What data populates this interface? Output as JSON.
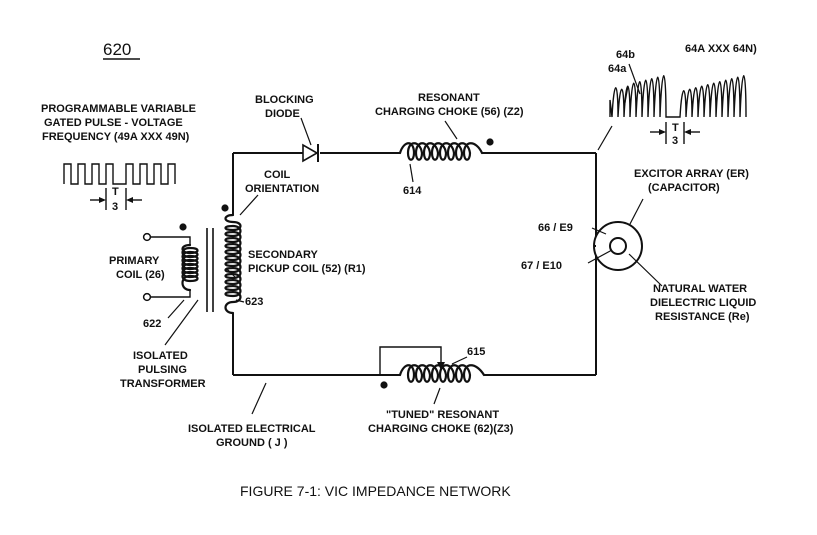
{
  "figure_id": "620",
  "figure_caption": "FIGURE 7-1: VIC IMPEDANCE NETWORK",
  "labels": {
    "pulse_l1": "PROGRAMMABLE VARIABLE",
    "pulse_l2": "GATED PULSE - VOLTAGE",
    "pulse_l3": "FREQUENCY (49A XXX 49N)",
    "pulse_t": "T",
    "pulse_3": "3",
    "diode_l1": "BLOCKING",
    "diode_l2": "DIODE",
    "choke56_l1": "RESONANT",
    "choke56_l2": "CHARGING CHOKE (56) (Z2)",
    "n614": "614",
    "n64a": "64a",
    "n64b": "64b",
    "n64n": "64A XXX 64N)",
    "wave_t": "T",
    "wave_3": "3",
    "coil_l1": "COIL",
    "coil_l2": "ORIENTATION",
    "excitor_l1": "EXCITOR ARRAY (ER)",
    "excitor_l2": "(CAPACITOR)",
    "e9": "66 / E9",
    "e10": "67 / E10",
    "secondary_l1": "SECONDARY",
    "secondary_l2": "PICKUP COIL (52) (R1)",
    "n623": "623",
    "primary_l1": "PRIMARY",
    "primary_l2": "COIL (26)",
    "n622": "622",
    "water_l1": "NATURAL WATER",
    "water_l2": "DIELECTRIC LIQUID",
    "water_l3": "RESISTANCE (Re)",
    "transformer_l1": "ISOLATED",
    "transformer_l2": "PULSING",
    "transformer_l3": "TRANSFORMER",
    "n615": "615",
    "ground_l1": "ISOLATED ELECTRICAL",
    "ground_l2": "GROUND ( J )",
    "choke62_l1": "\"TUNED\" RESONANT",
    "choke62_l2": "CHARGING CHOKE (62)(Z3)"
  }
}
